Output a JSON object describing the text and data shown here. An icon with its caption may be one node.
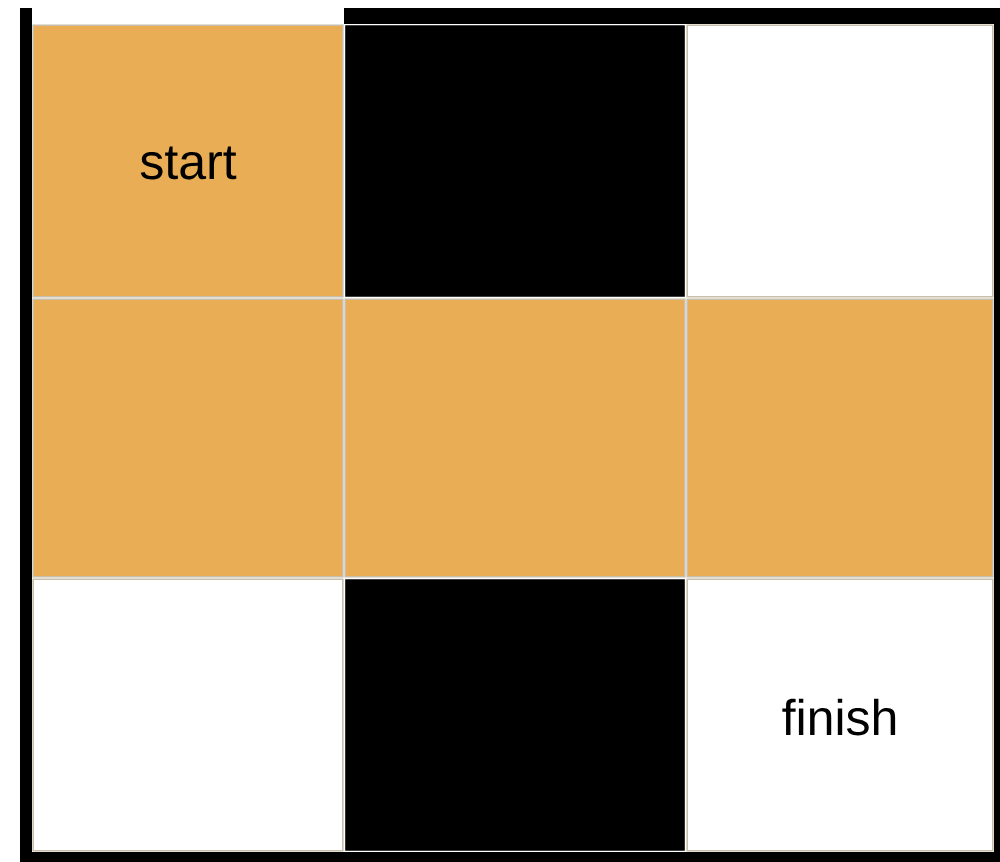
{
  "diagram": {
    "nodes": [
      {
        "text": [
          "start"
        ]
      },
      {
        "text": [],
        "shape": "box"
      },
      {
        "text": [],
        "shape": "box"
      },
      {
        "text": [],
        "shape": "box"
      },
      {
        "text": [],
        "shape": "box"
      },
      {
        "text": [],
        "shape": "box"
      },
      {
        "text": [],
        "shape": "box"
      },
      {
        "text": [],
        "shape": "box"
      },
      {
        "text": [
          "finish"
        ]
      }
    ]
  }
}
